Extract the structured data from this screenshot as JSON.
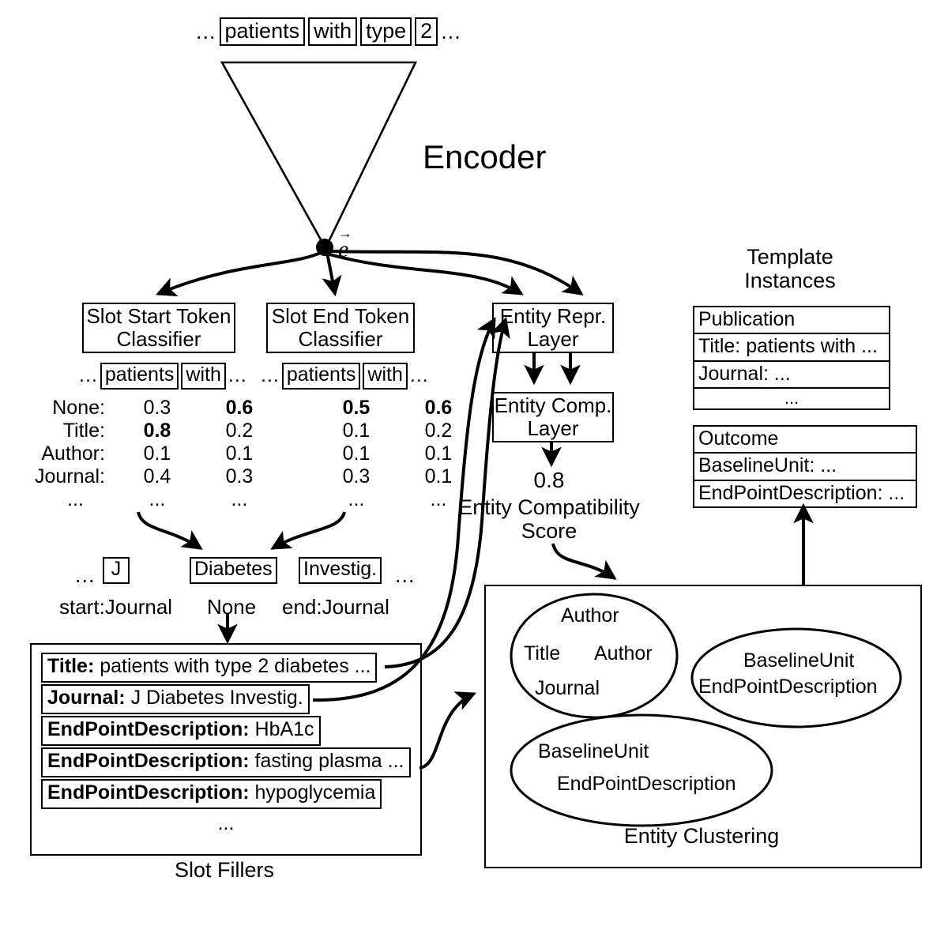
{
  "input": {
    "leading_ellipsis": "...",
    "tokens": [
      "patients",
      "with",
      "type",
      "2"
    ],
    "trailing_ellipsis": "..."
  },
  "encoder": {
    "label": "Encoder",
    "vector_label": "e"
  },
  "classifiers": {
    "start": {
      "title_line1": "Slot Start Token",
      "title_line2": "Classifier"
    },
    "end": {
      "title_line1": "Slot End Token",
      "title_line2": "Classifier"
    },
    "entity_repr": {
      "line1": "Entity Repr.",
      "line2": "Layer"
    },
    "entity_comp": {
      "line1": "Entity Comp.",
      "line2": "Layer"
    }
  },
  "token_strips": {
    "start": {
      "lead": "...",
      "tokens": [
        "patients",
        "with"
      ],
      "trail": "..."
    },
    "end": {
      "lead": "...",
      "tokens": [
        "patients",
        "with"
      ],
      "trail": "..."
    }
  },
  "probability_table": {
    "row_labels": [
      "None:",
      "Title:",
      "Author:",
      "Journal:"
    ],
    "ellipsis_row": "...",
    "start": {
      "columns": [
        "patients",
        "with"
      ],
      "values": [
        [
          "0.3",
          "0.6"
        ],
        [
          "0.8",
          "0.2"
        ],
        [
          "0.1",
          "0.1"
        ],
        [
          "0.4",
          "0.3"
        ]
      ],
      "bold": [
        [
          false,
          true
        ],
        [
          true,
          false
        ],
        [
          false,
          false
        ],
        [
          false,
          false
        ]
      ]
    },
    "end": {
      "columns": [
        "patients",
        "with"
      ],
      "values": [
        [
          "0.5",
          "0.6"
        ],
        [
          "0.1",
          "0.2"
        ],
        [
          "0.1",
          "0.1"
        ],
        [
          "0.3",
          "0.1"
        ]
      ],
      "bold": [
        [
          true,
          true
        ],
        [
          false,
          false
        ],
        [
          false,
          false
        ],
        [
          false,
          false
        ]
      ]
    }
  },
  "entity_score": {
    "value": "0.8",
    "caption_line1": "Entity Compatibility",
    "caption_line2": "Score"
  },
  "journal_tokens": {
    "lead": "...",
    "trail": "...",
    "items": [
      {
        "token": "J",
        "tag": "start:Journal"
      },
      {
        "token": "Diabetes",
        "tag": "None"
      },
      {
        "token": "Investig.",
        "tag": "end:Journal"
      }
    ]
  },
  "slot_fillers": {
    "caption": "Slot Fillers",
    "ellipsis": "...",
    "items": [
      {
        "slot": "Title:",
        "value": "patients with type 2 diabetes ..."
      },
      {
        "slot": "Journal:",
        "value": "J Diabetes Investig."
      },
      {
        "slot": "EndPointDescription:",
        "value": "HbA1c"
      },
      {
        "slot": "EndPointDescription:",
        "value": "fasting plasma ..."
      },
      {
        "slot": "EndPointDescription:",
        "value": "hypoglycemia"
      }
    ]
  },
  "entity_clustering": {
    "caption": "Entity Clustering",
    "clusters": [
      {
        "name": "cluster-publication",
        "members": [
          "Author",
          "Title",
          "Author",
          "Journal"
        ]
      },
      {
        "name": "cluster-outcome-a",
        "members": [
          "BaselineUnit",
          "EndPointDescription"
        ]
      },
      {
        "name": "cluster-outcome-b",
        "members": [
          "BaselineUnit",
          "EndPointDescription"
        ]
      }
    ]
  },
  "template_instances": {
    "caption_line1": "Template",
    "caption_line2": "Instances",
    "instances": [
      {
        "header": "Publication",
        "rows": [
          "Title: patients with ...",
          "Journal: ...",
          "..."
        ],
        "last_row_centered": true
      },
      {
        "header": "Outcome",
        "rows": [
          "BaselineUnit: ...",
          "EndPointDescription: ..."
        ],
        "last_row_centered": false
      }
    ]
  },
  "colors": {
    "stroke": "#000000",
    "background": "#ffffff"
  }
}
